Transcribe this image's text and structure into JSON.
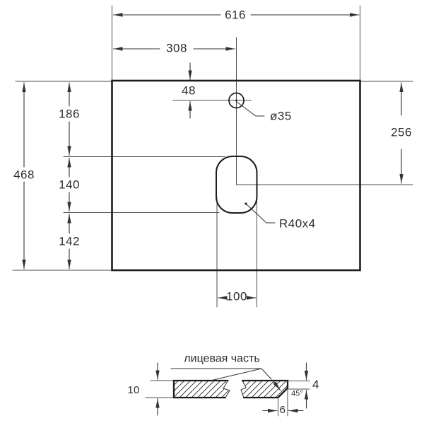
{
  "plan": {
    "overall_width": "616",
    "hole_center_from_left": "308",
    "hole_center_from_top": "48",
    "overall_depth": "468",
    "top_edge_to_cutout": "186",
    "cutout_length": "140",
    "cutout_to_bottom_edge": "142",
    "top_edge_to_cutout_center": "256",
    "cutout_width": "100",
    "hole_diameter": "ø35",
    "cutout_corner_radius": "R40x4"
  },
  "section": {
    "face_side": "лицевая часть",
    "thickness": "10",
    "front_edge_flat": "4",
    "chamfer_angle": "45°",
    "chamfer_run": "6"
  },
  "colors": {
    "background": "#ffffff",
    "outline": "#1c1c1c",
    "thin_line": "#4c4c4c",
    "dimension_line": "#333333",
    "text": "#2e2e2e"
  }
}
